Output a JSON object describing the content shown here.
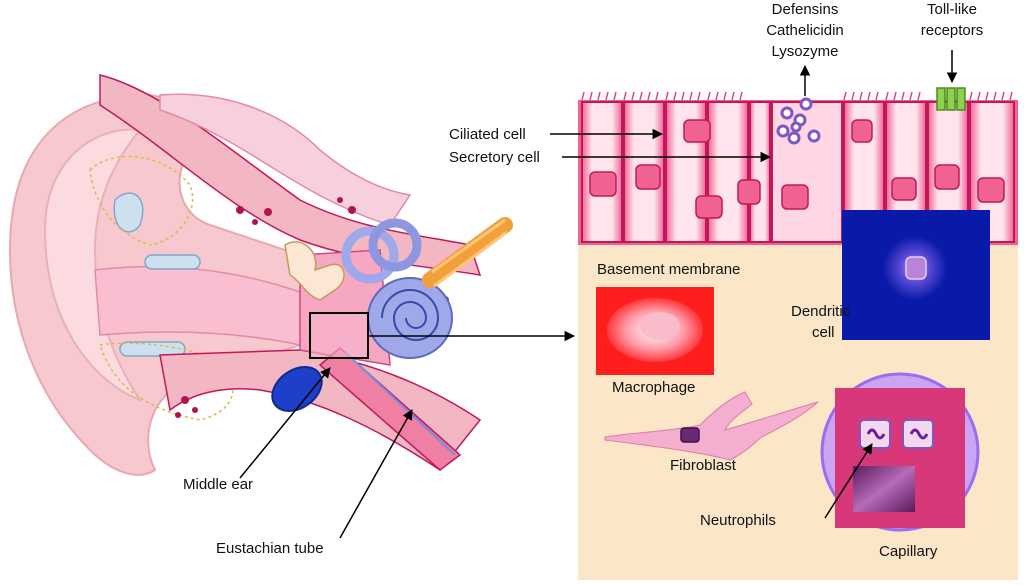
{
  "labels": {
    "defensins": "Defensins",
    "cathelicidin": "Cathelicidin",
    "lysozyme": "Lysozyme",
    "toll_line1": "Toll-like",
    "toll_line2": "receptors",
    "ciliated_cell": "Ciliated cell",
    "secretory_cell": "Secretory cell",
    "basement_membrane": "Basement membrane",
    "dendritic_line1": "Dendritic",
    "dendritic_line2": "cell",
    "macrophage": "Macrophage",
    "fibroblast": "Fibroblast",
    "neutrophils": "Neutrophils",
    "capillary": "Capillary",
    "middle_ear": "Middle ear",
    "eustachian_tube": "Eustachian tube"
  },
  "colors": {
    "epithelium": "#f06292",
    "epithelium_light": "#ffe4ec",
    "lamina_propria": "#fbe6c8",
    "dendritic_bg": "#0a1aa8",
    "macrophage_bg": "#ff1e1e",
    "capillary_ring": "#9b6cf0",
    "capillary_fill": "#d8387a",
    "receptor": "#8fd14f",
    "granule": "#7e57c2",
    "cartilage": "#f5c6c0",
    "bone": "#c2185b",
    "cochlea": "#9fa8e8",
    "nerve": "#f2a03a"
  }
}
